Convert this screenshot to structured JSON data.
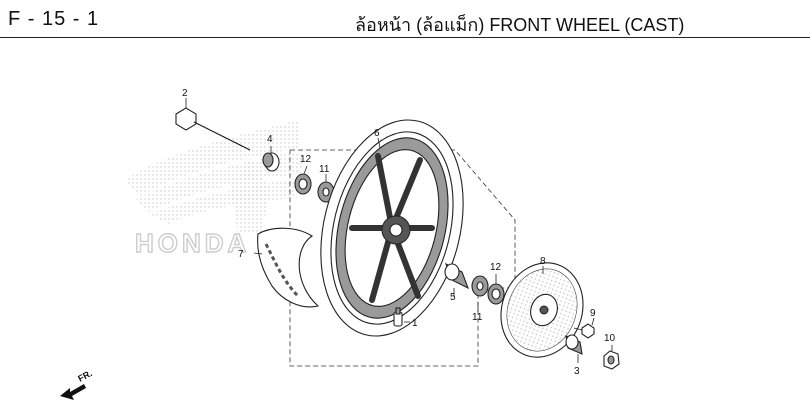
{
  "header": {
    "page_code": "F - 15 - 1",
    "title": "ล้อหน้า (ล้อแม็ก)  FRONT WHEEL (CAST)"
  },
  "watermark": {
    "brand": "HONDA"
  },
  "callouts": [
    "1",
    "2",
    "3",
    "4",
    "5",
    "6",
    "7",
    "8",
    "9",
    "10",
    "11",
    "12",
    "11",
    "12"
  ],
  "direction_label": "FR."
}
